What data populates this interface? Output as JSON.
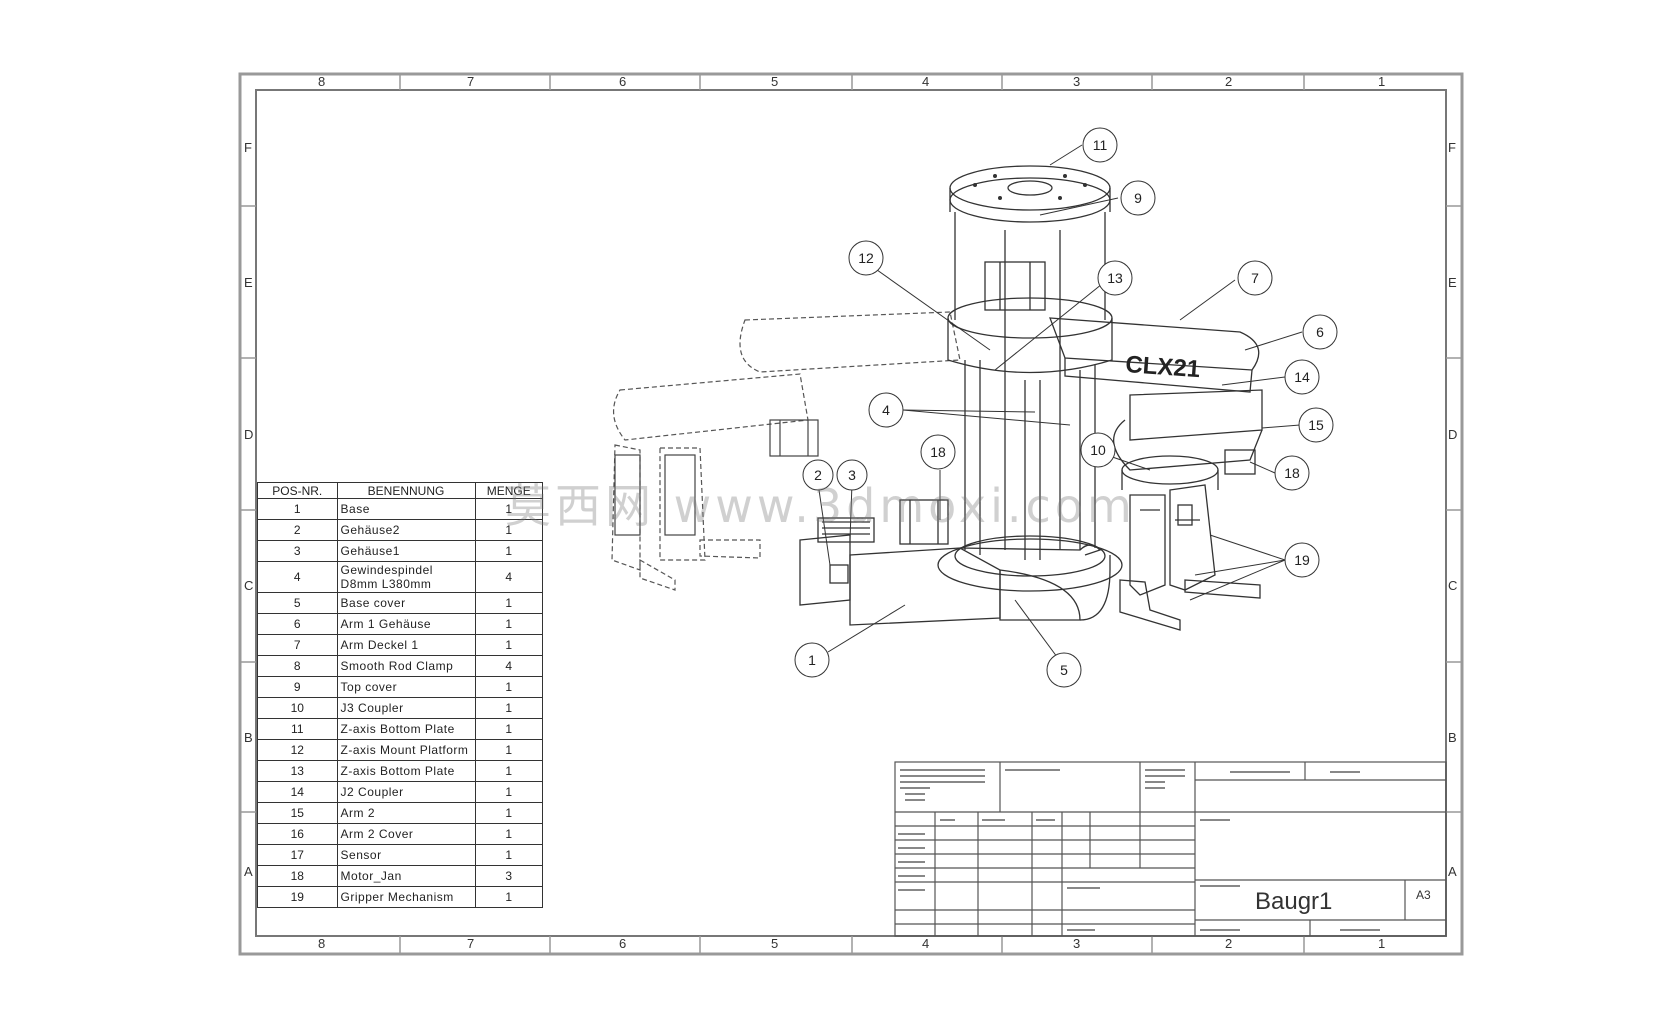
{
  "frame": {
    "zones_top": [
      "8",
      "7",
      "6",
      "5",
      "4",
      "3",
      "2",
      "1"
    ],
    "zones_side": [
      "F",
      "E",
      "D",
      "C",
      "B",
      "A"
    ]
  },
  "bom": {
    "headers": {
      "pos": "POS-NR.",
      "name": "BENENNUNG",
      "qty": "MENGE"
    },
    "rows": [
      {
        "pos": "1",
        "name": "Base",
        "qty": "1"
      },
      {
        "pos": "2",
        "name": "Gehäuse2",
        "qty": "1"
      },
      {
        "pos": "3",
        "name": "Gehäuse1",
        "qty": "1"
      },
      {
        "pos": "4",
        "name": "Gewindespindel D8mm L380mm",
        "qty": "4"
      },
      {
        "pos": "5",
        "name": "Base cover",
        "qty": "1"
      },
      {
        "pos": "6",
        "name": "Arm 1 Gehäuse",
        "qty": "1"
      },
      {
        "pos": "7",
        "name": "Arm Deckel 1",
        "qty": "1"
      },
      {
        "pos": "8",
        "name": "Smooth Rod Clamp",
        "qty": "4"
      },
      {
        "pos": "9",
        "name": "Top cover",
        "qty": "1"
      },
      {
        "pos": "10",
        "name": "J3 Coupler",
        "qty": "1"
      },
      {
        "pos": "11",
        "name": "Z-axis Bottom Plate",
        "qty": "1"
      },
      {
        "pos": "12",
        "name": "Z-axis Mount Platform",
        "qty": "1"
      },
      {
        "pos": "13",
        "name": "Z-axis Bottom Plate",
        "qty": "1"
      },
      {
        "pos": "14",
        "name": "J2 Coupler",
        "qty": "1"
      },
      {
        "pos": "15",
        "name": "Arm 2",
        "qty": "1"
      },
      {
        "pos": "16",
        "name": "Arm 2 Cover",
        "qty": "1"
      },
      {
        "pos": "17",
        "name": "Sensor",
        "qty": "1"
      },
      {
        "pos": "18",
        "name": "Motor_Jan",
        "qty": "3"
      },
      {
        "pos": "19",
        "name": "Gripper Mechanism",
        "qty": "1"
      }
    ]
  },
  "balloons": [
    "11",
    "9",
    "12",
    "13",
    "7",
    "6",
    "14",
    "4",
    "15",
    "18",
    "2",
    "3",
    "10",
    "18",
    "19",
    "1",
    "5"
  ],
  "part_label": "CLX21",
  "title_block": {
    "drawing_name": "Baugr1",
    "sheet_size": "A3"
  },
  "watermark": "莫西网 www.3dmoxi.com"
}
